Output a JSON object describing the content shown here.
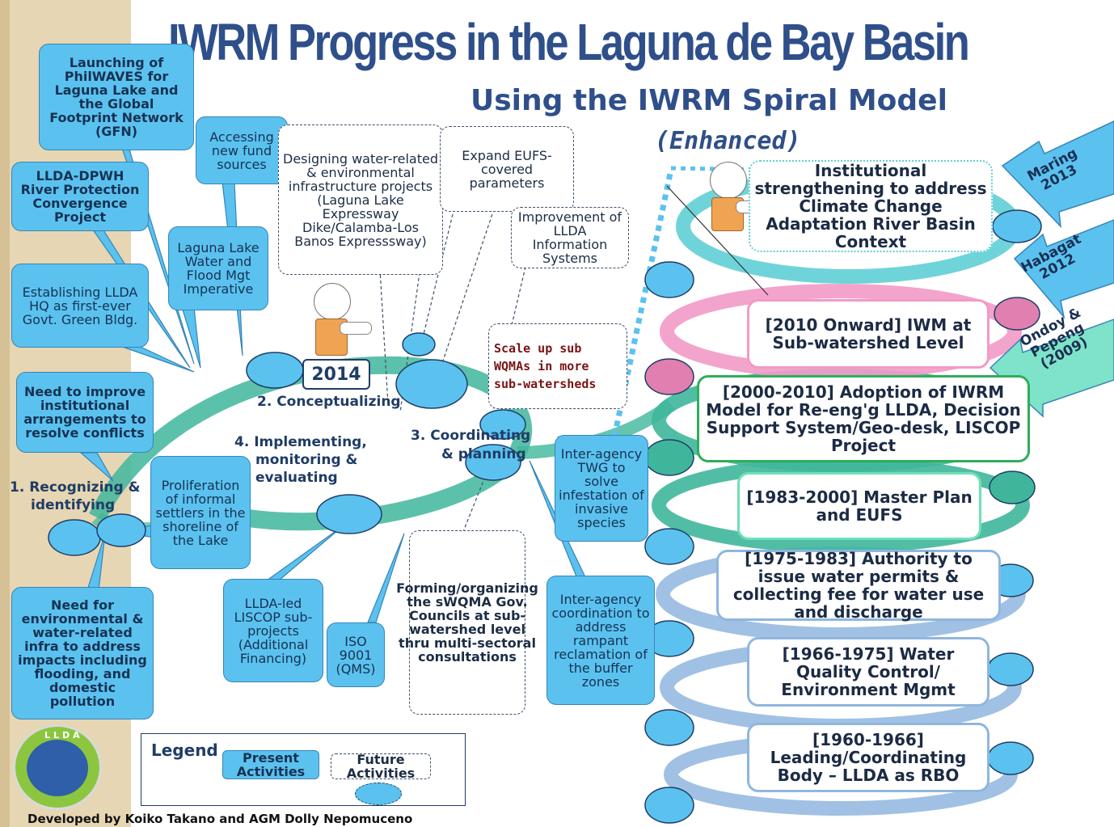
{
  "title": "IWRM Progress in the Laguna de Bay Basin",
  "subtitle": "Using the IWRM Spiral Model",
  "subtitle_note": "(Enhanced)",
  "colors": {
    "present_fill": "#5bc2ef",
    "title": "#2f4f8a",
    "spiral_green": "#3fb69b",
    "spiral_pink": "#f29ac6",
    "spiral_teal": "#5fcfd5",
    "spiral_blue": "#8fb6de",
    "strip": "#e7d6b3"
  },
  "year_label": "2014",
  "stages": {
    "s1": "1. Recognizing &",
    "s1b": "identifying",
    "s2": "2. Conceptualizing",
    "s3": "3.   Coordinating",
    "s3b": "&  planning",
    "s4": "4. Implementing,",
    "s4b": "monitoring &",
    "s4c": "evaluating"
  },
  "present_activities": {
    "philwaves": "Launching of PhilWAVES for Laguna Lake and the Global Footprint Network (GFN)",
    "lldadpwh": "LLDA-DPWH River Protection Convergence Project",
    "green_bldg": "Establishing LLDA HQ as first-ever Govt. Green Bldg.",
    "need_improve": "Need to improve institutional arrangements to resolve conflicts",
    "need_infra": "Need for environmental & water-related infra to address impacts including flooding, and domestic pollution",
    "accessing": "Accessing new fund sources",
    "laguna_water": "Laguna Lake Water and Flood Mgt Imperative",
    "proliferation": "Proliferation of informal settlers in the shoreline of the Lake",
    "liscop": "LLDA-led LISCOP sub-projects (Additional Financing)",
    "iso": "ISO 9001 (QMS)",
    "twg": "Inter-agency TWG to solve infestation of invasive species",
    "reclamation": "Inter-agency coordination to address rampant reclamation of the buffer zones"
  },
  "future_activities": {
    "designing": "Designing water-related & environmental infrastructure projects (Laguna Lake Expressway Dike/Calamba-Los Banos Expresssway)",
    "expand": "Expand EUFS-covered parameters",
    "improvement": "Improvement of LLDA Information Systems",
    "scale_up": "Scale up sub WQMAs in more sub-watersheds",
    "forming": "Forming/organizing the sWQMA Gov. Councils at sub-watershed level thru multi-sectoral consultations"
  },
  "eras": [
    {
      "label": "Institutional strengthening to address Climate Change Adaptation River Basin Context"
    },
    {
      "label": "[2010 Onward] IWM at Sub-watershed Level"
    },
    {
      "label": "[2000-2010] Adoption of IWRM Model for Re-eng'g LLDA, Decision Support System/Geo-desk, LISCOP Project"
    },
    {
      "label": "[1983-2000] Master Plan and EUFS"
    },
    {
      "label": "[1975-1983] Authority to issue water permits & collecting fee for water use and discharge"
    },
    {
      "label": "[1966-1975] Water Quality Control/ Environment Mgmt"
    },
    {
      "label": "[1960-1966] Leading/Coordinating Body – LLDA as RBO"
    }
  ],
  "events": {
    "maring": "Maring 2013",
    "habagat": "Habagat 2012",
    "ondoy": "Ondoy & Pepeng (2009)"
  },
  "legend": {
    "title": "Legend",
    "present": "Present Activities",
    "future": "Future Activities"
  },
  "logo_text": "LLDA",
  "credit": "Developed by Koiko Takano and AGM Dolly Nepomuceno"
}
